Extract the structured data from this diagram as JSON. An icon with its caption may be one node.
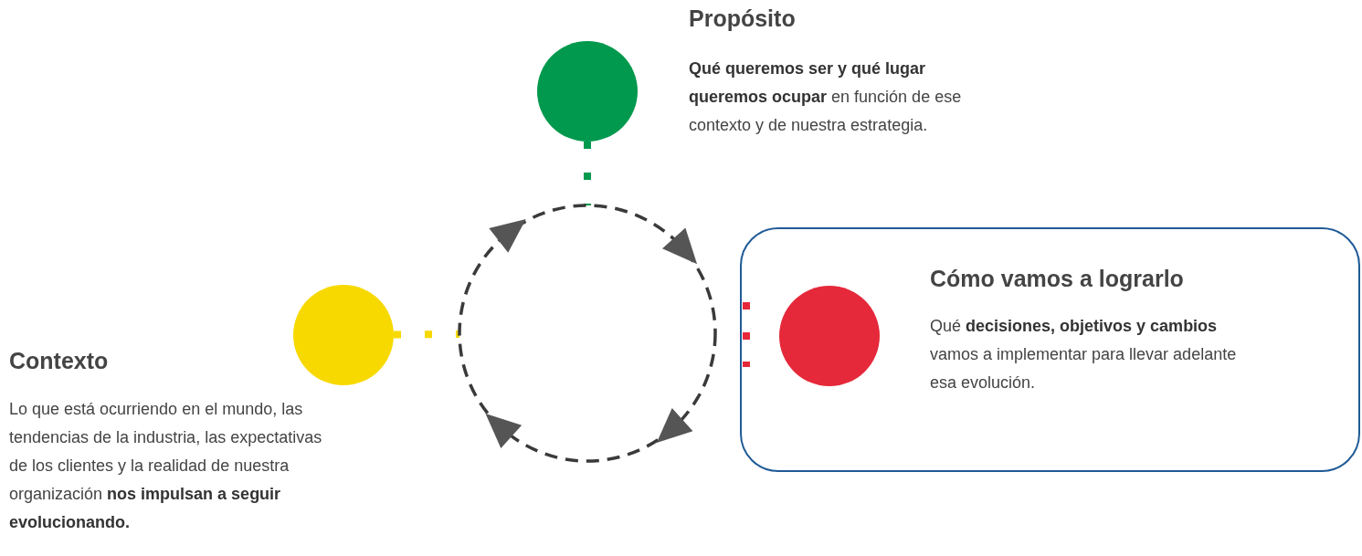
{
  "diagram": {
    "nodes": [
      {
        "text": [],
        "shape": "circle",
        "beside": [
          "Propósito",
          "**Qué queremos ser y qué lugar queremos ocupar** en función de ese contexto y de nuestra estrategia."
        ]
      },
      {
        "text": [],
        "shape": "circle"
      },
      {
        "text": [],
        "shape": "circle",
        "beside": [
          "Contexto",
          "Lo que está ocurriendo en el mundo, las tendencias de la industria, las expectativas de los clientes y la realidad de nuestra organización **nos impulsan a seguir evolucionando.**"
        ]
      },
      {
        "text": [
          "Cómo vamos a lograrlo",
          "Qué **decisiones, objetivos y cambios** vamos a implementar para llevar adelante esa evolución."
        ]
      },
      {
        "text": [],
        "shape": "circle",
        "in": 3
      }
    ],
    "edges": [
      {
        "from": 2,
        "to": 1,
        "arrow": "none",
        "style": "dashed",
        "color": "#f7d900"
      },
      {
        "from": 0,
        "to": 1,
        "arrow": "none",
        "style": "dashed",
        "color": "#00994d"
      }
    ]
  }
}
